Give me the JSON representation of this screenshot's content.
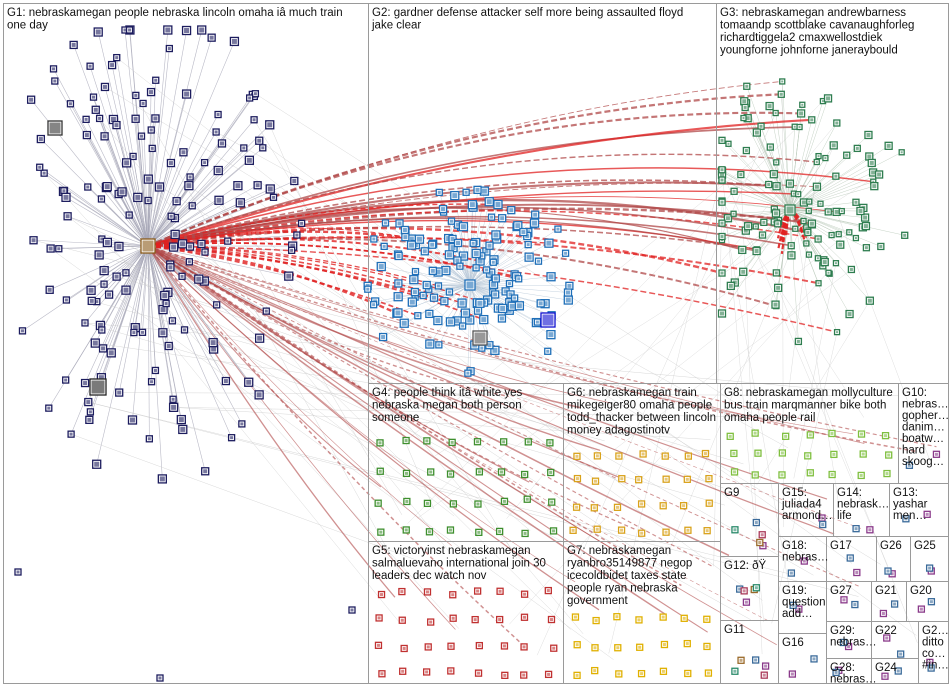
{
  "graph": {
    "groups": [
      {
        "id": "G1",
        "lines": [
          "G1: nebraskamegan people nebraska lincoln omaha iâ much train",
          "one day"
        ]
      },
      {
        "id": "G2",
        "lines": [
          "G2: gardner defense attacker self more being assaulted floyd",
          "jake clear"
        ]
      },
      {
        "id": "G3",
        "lines": [
          "G3: nebraskamegan andrewbarness",
          "tomaandp scottblake cavanaughforleg",
          "richardtiggela2 cmaxwellostdiek",
          "youngforne johnforne janeraybould"
        ]
      },
      {
        "id": "G4",
        "lines": [
          "G4: people think itâ white yes",
          "nebraska megan both person",
          "someone"
        ]
      },
      {
        "id": "G5",
        "lines": [
          "G5: victoryinst nebraskamegan",
          "salmaluevano international join 30",
          "leaders dec watch nov"
        ]
      },
      {
        "id": "G6",
        "lines": [
          "G6: nebraskamegan train",
          "mikegeiger80 omaha people",
          "todd_thacker between lincoln",
          "money adagostinotv"
        ]
      },
      {
        "id": "G7",
        "lines": [
          "G7: nebraskamegan",
          "ryanbro35149877 negop",
          "icecoldbidet taxes state",
          "people ryan nebraska",
          "government"
        ]
      },
      {
        "id": "G8",
        "lines": [
          "G8: nebraskamegan mollyculture",
          "bus train marqmanner bike both",
          "omaha people rail"
        ]
      },
      {
        "id": "G9",
        "lines": [
          "G9"
        ]
      },
      {
        "id": "G10",
        "lines": [
          "G10:",
          "nebras…",
          "gopher…",
          "danim…",
          "boatw…",
          "hard",
          "skoog…"
        ]
      },
      {
        "id": "G11",
        "lines": [
          "G11"
        ]
      },
      {
        "id": "G12",
        "lines": [
          "G12: ðŸ"
        ]
      },
      {
        "id": "G13",
        "lines": [
          "G13:",
          "yashar",
          "men…"
        ]
      },
      {
        "id": "G14",
        "lines": [
          "G14:",
          "nebrask…",
          "life"
        ]
      },
      {
        "id": "G15",
        "lines": [
          "G15:",
          "juliada4",
          "armond…"
        ]
      },
      {
        "id": "G16",
        "lines": [
          "G16"
        ]
      },
      {
        "id": "G17",
        "lines": [
          "G17"
        ]
      },
      {
        "id": "G18",
        "lines": [
          "G18:",
          "nebras…"
        ]
      },
      {
        "id": "G19",
        "lines": [
          "G19:",
          "question",
          "add…"
        ]
      },
      {
        "id": "G20",
        "lines": [
          "G20"
        ]
      },
      {
        "id": "G21",
        "lines": [
          "G21"
        ]
      },
      {
        "id": "G22",
        "lines": [
          "G22"
        ]
      },
      {
        "id": "G23",
        "lines": [
          "G2…",
          "ditto",
          "co…",
          "#in…"
        ]
      },
      {
        "id": "G24",
        "lines": [
          "G24"
        ]
      },
      {
        "id": "G25",
        "lines": [
          "G25"
        ]
      },
      {
        "id": "G26",
        "lines": [
          "G26"
        ]
      },
      {
        "id": "G27",
        "lines": [
          "G27"
        ]
      },
      {
        "id": "G28",
        "lines": [
          "G28:",
          "nebras…"
        ]
      },
      {
        "id": "G29",
        "lines": [
          "G29:",
          "nebras…"
        ]
      }
    ],
    "colors": {
      "G1": "#1c1c5e",
      "G2": "#1f6fb8",
      "G3": "#2e7d4f",
      "G4": "#3e8f2e",
      "G5": "#c03030",
      "G6": "#d9a21b",
      "G7": "#e0b000",
      "G8": "#7fbf3f",
      "edge": "#b04848",
      "edge_strong": "#e02020",
      "edge_grey": "#c8c8c8"
    }
  }
}
